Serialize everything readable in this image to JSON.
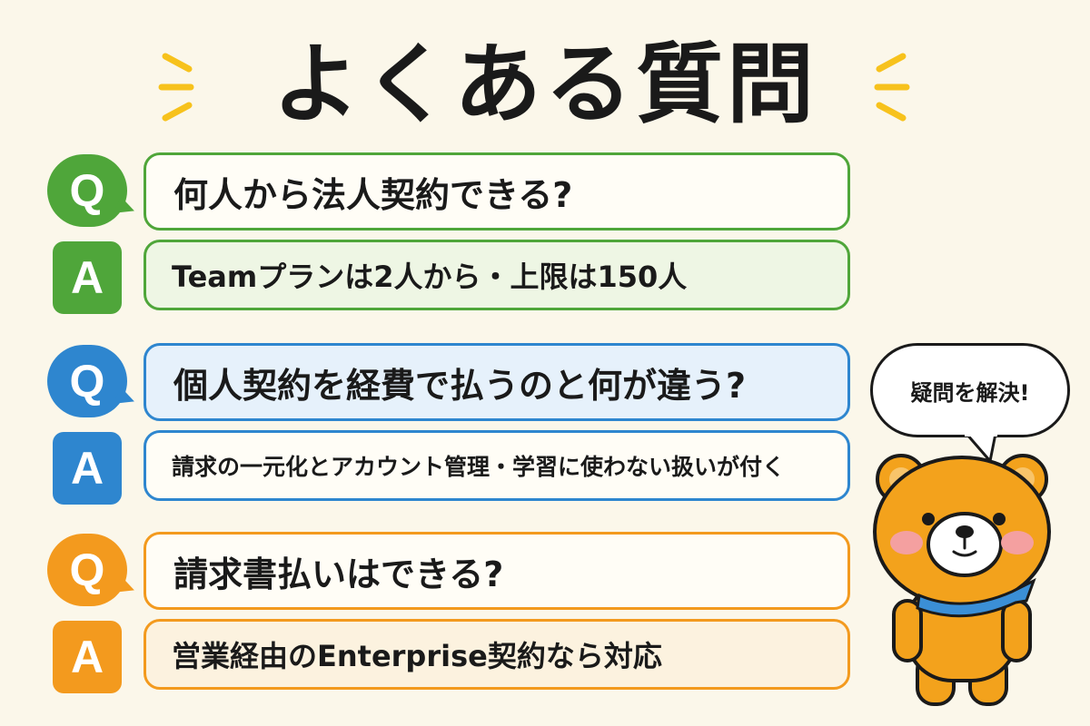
{
  "title": "よくある質問",
  "badges": {
    "q": "Q",
    "a": "A"
  },
  "faq": [
    {
      "question": "何人から法人契約できる?",
      "answer": "Teamプランは2人から・上限は150人",
      "color": "#4fa63a"
    },
    {
      "question": "個人契約を経費で払うのと何が違う?",
      "answer": "請求の一元化とアカウント管理・学習に使わない扱いが付く",
      "color": "#2e86cf"
    },
    {
      "question": "請求書払いはできる?",
      "answer": "営業経由のEnterprise契約なら対応",
      "color": "#f39a1e"
    }
  ],
  "mascot": {
    "speech": "疑問を解決!",
    "icon": "bear-mascot-icon"
  },
  "decor": {
    "icon": "sparkle-burst-icon",
    "color": "#f7c21c"
  }
}
